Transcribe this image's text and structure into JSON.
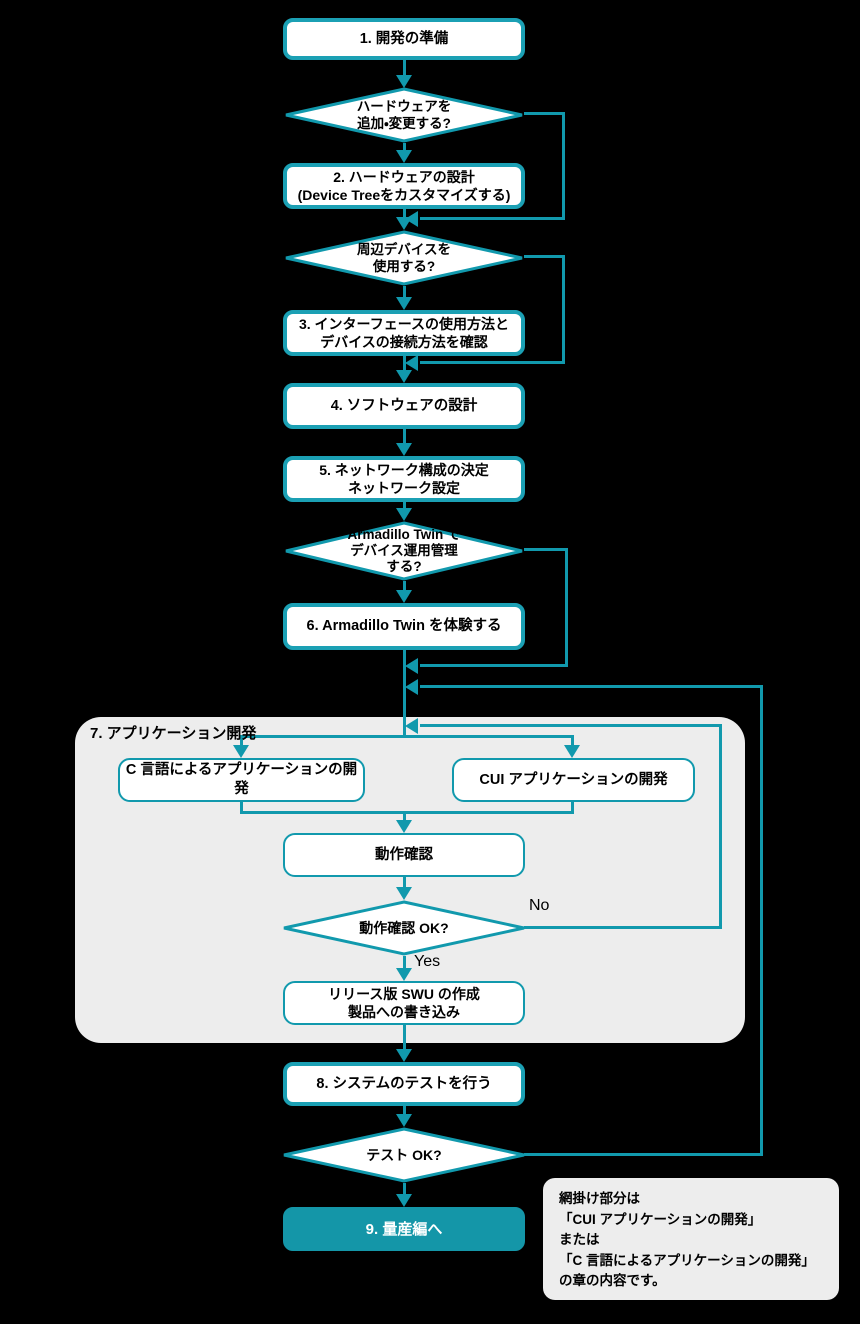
{
  "colors": {
    "background": "#000000",
    "line_teal": "#1199ad",
    "box_border_teal": "#1ba0b4",
    "box_fill": "#ffffff",
    "section_fill": "#ededed",
    "final_fill": "#1496a8",
    "final_text": "#ffffff",
    "text": "#000000"
  },
  "flow": {
    "step1": {
      "label": "1. 開発の準備"
    },
    "decision_hardware": {
      "lines": [
        "ハードウェアを",
        "追加・変更する?"
      ]
    },
    "step2": {
      "lines": [
        "2. ハードウェアの設計",
        "(Device Treeをカスタマイズする)"
      ]
    },
    "decision_peripheral": {
      "lines": [
        "周辺デバイスを",
        "使用する?"
      ]
    },
    "step3": {
      "lines": [
        "3. インターフェースの使用方法と",
        "デバイスの接続方法を確認"
      ]
    },
    "step4": {
      "label": "4. ソフトウェアの設計"
    },
    "step5": {
      "lines": [
        "5. ネットワーク構成の決定",
        "ネットワーク設定"
      ]
    },
    "decision_twin": {
      "lines": [
        "Armadillo Twin で",
        "デバイス運用管理",
        "する?"
      ]
    },
    "step6": {
      "label": "6. Armadillo Twin を体験する"
    },
    "section7": {
      "label": "7. アプリケーション開発",
      "c_dev": "C 言語によるアプリケーションの開発",
      "cui_dev": "CUI アプリケーションの開発",
      "check": "動作確認",
      "decision_check": "動作確認 OK?",
      "no_label": "No",
      "yes_label": "Yes",
      "release": {
        "lines": [
          "リリース版 SWU の作成",
          "製品への書き込み"
        ]
      }
    },
    "step8": {
      "label": "8. システムのテストを行う"
    },
    "decision_test": {
      "label": "テスト OK?"
    },
    "step9": {
      "label": "9. 量産編へ"
    }
  },
  "note": {
    "lines": [
      "網掛け部分は",
      "「CUI アプリケーションの開発」",
      "または",
      "「C 言語によるアプリケーションの開発」",
      "の章の内容です。"
    ]
  }
}
